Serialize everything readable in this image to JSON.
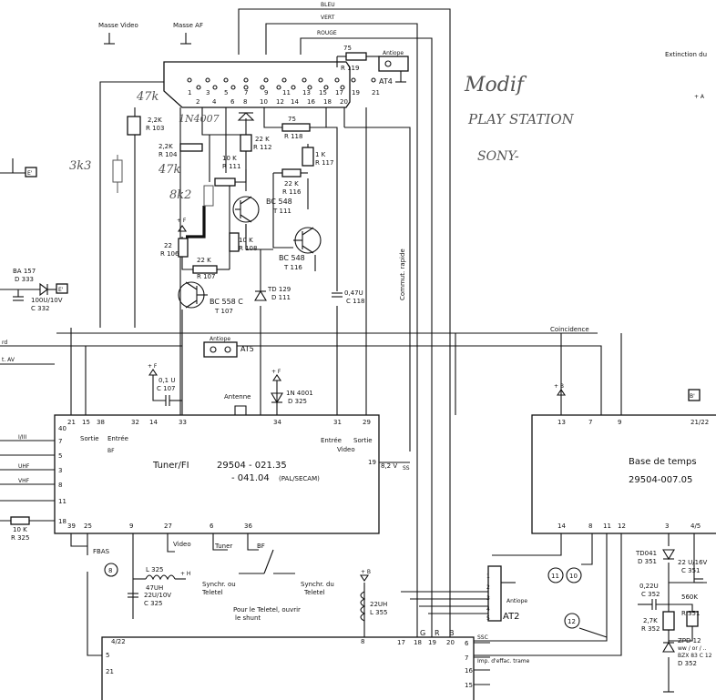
{
  "top_labels": {
    "masse_video": "Masse Video",
    "masse_af": "Masse AF",
    "bleu": "BLEU",
    "vert": "VERT",
    "rouge": "ROUGE",
    "extinction": "Extinction du"
  },
  "peritel": {
    "top_pins": [
      "1",
      "3",
      "5",
      "7",
      "9",
      "11",
      "13",
      "15",
      "17",
      "19",
      "21"
    ],
    "bottom_pins": [
      "2",
      "4",
      "6",
      "8",
      "10",
      "12",
      "14",
      "16",
      "18",
      "20"
    ]
  },
  "components": {
    "r119": [
      "75",
      "R 119"
    ],
    "r103": [
      "2,2K",
      "R 103"
    ],
    "r104": [
      "2,2K",
      "R 104"
    ],
    "r112": [
      "22 K",
      "R 112"
    ],
    "r118": [
      "75",
      "R 118"
    ],
    "r117": [
      "1 K",
      "R 117"
    ],
    "r116": [
      "22 K",
      "R 116"
    ],
    "r111": [
      "10 K",
      "R 111"
    ],
    "t111": [
      "BC 548",
      "T 111"
    ],
    "t116": [
      "BC 548",
      "T 116"
    ],
    "r108": [
      "10 K",
      "R 108"
    ],
    "r106": [
      "22",
      "R 106"
    ],
    "r107": [
      "22 K",
      "R 107"
    ],
    "t107": [
      "BC 558 C",
      "T 107"
    ],
    "d111": [
      "TD 129",
      "D 111"
    ],
    "c118": [
      "0,47U",
      "C 118"
    ],
    "d333": [
      "BA 157",
      "D 333"
    ],
    "c332": [
      "100U/10V",
      "C 332"
    ],
    "c107": [
      "0,1 U",
      "C 107"
    ],
    "d325": [
      "1N 4001",
      "D 325"
    ],
    "r325": [
      "10 K",
      "R 325"
    ],
    "l325": [
      "L 325",
      "47UH"
    ],
    "c325": [
      "22U/10V",
      "C 325"
    ],
    "l355": [
      "22UH",
      "L 355"
    ],
    "d351": [
      "TD041",
      "D 351"
    ],
    "c351": [
      "22 U/16V",
      "C 351"
    ],
    "c352": [
      "0,22U",
      "C 352"
    ],
    "r351": [
      "560K",
      "R 351"
    ],
    "r352": [
      "2,7K",
      "R 352"
    ],
    "d352": [
      "ZPD 12",
      "ww / or / ..",
      "BZX 83 C 12",
      "D 352"
    ]
  },
  "handwritten": {
    "r_47k_a": "47k",
    "r_1n4007": "1N4007",
    "r_47k_b": "47k",
    "r_3k3": "3k3",
    "r_8k2": "8k2",
    "modif": "Modif",
    "play_station": "PLAY STATION",
    "sony": "SONY-"
  },
  "signals": {
    "commut_rapide": "Commut. rapide",
    "coincidence": "Coincidence",
    "antiope": "Antiope",
    "at4": "AT4",
    "at5": "AT5",
    "at2": "AT2",
    "antenne": "Antenne",
    "ssc": "SSC",
    "imp_effac": "Imp. d'effac. trame",
    "video": "Video",
    "tuner": "Tuner",
    "bf": "BF",
    "fbas": "FBAS",
    "synchr_teletel_1": [
      "Synchr. ou",
      "Teletel"
    ],
    "synchr_teletel_2": [
      "Synchr. du",
      "Teletel"
    ],
    "teletel_note": [
      "Pour le Teletel, ouvrir",
      "le shunt"
    ],
    "plus_a": "+ A",
    "plus_b": "+ B",
    "plus_f": "+ F",
    "plus_h": "+ H",
    "e_prime": "E'",
    "b_prime": "B'",
    "rd": "rd",
    "t_av": "t. AV",
    "i_iii": "I/III",
    "uhf": "UHF",
    "vhf": "VHF",
    "circle_8": "8",
    "circle_11": "11",
    "circle_10": "10",
    "circle_12": "12"
  },
  "tuner": {
    "title": "Tuner/FI",
    "ref_1": "29504 - 021.35",
    "ref_2": "- 041.04",
    "ref_2_suffix": "(PAL/SECAM)",
    "sortie_bf": "Sortie",
    "entree_bf": "Entrée",
    "bf_label": "BF",
    "entree_video": "Entrée",
    "sortie_video": "Sortie",
    "video_label": "Video",
    "supply_label": "8,2 V",
    "supply_sub": "SS",
    "top_pins": [
      "21",
      "15",
      "38",
      "32",
      "14",
      "33",
      "34",
      "31",
      "29"
    ],
    "left_pins": [
      "40",
      "7",
      "5",
      "3",
      "8",
      "11",
      "18"
    ],
    "bottom_pins": [
      "39",
      "25",
      "9",
      "27",
      "6",
      "36"
    ],
    "right_pin": "19"
  },
  "timebase": {
    "title": "Base de temps",
    "ref": "29504-007.05",
    "top_pins": [
      "13",
      "7",
      "9",
      "21/22"
    ],
    "bottom_pins": [
      "14",
      "8",
      "11",
      "12",
      "3",
      "4/5"
    ]
  },
  "bottom_block": {
    "top_pin": "4/22",
    "left_pins": [
      "5",
      "21"
    ],
    "pin_labels": [
      "17",
      "18",
      "19",
      "20"
    ],
    "letters": [
      "G",
      "R",
      "B"
    ],
    "right_pins": [
      "6",
      "7",
      "16",
      "15"
    ]
  },
  "at2_pins": [
    "1",
    "2",
    "3",
    "4",
    "5"
  ]
}
